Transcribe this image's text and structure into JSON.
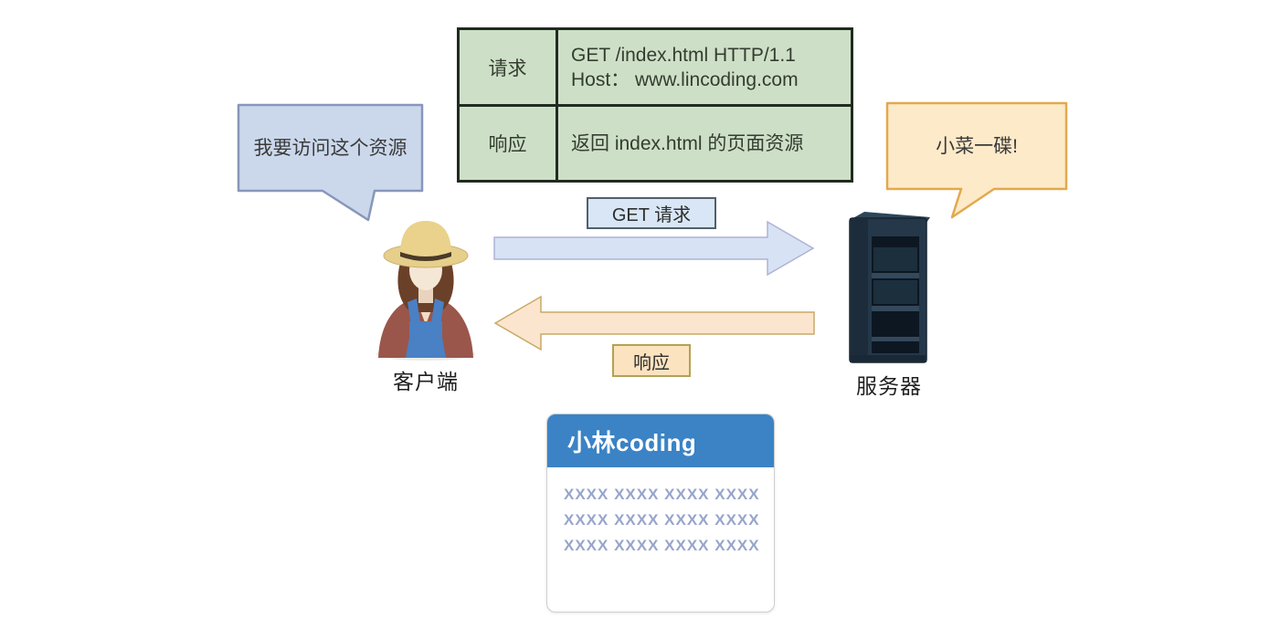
{
  "http_table": {
    "rows": [
      {
        "label": "请求",
        "lines": [
          "GET /index.html HTTP/1.1",
          "Host： www.lincoding.com"
        ]
      },
      {
        "label": "响应",
        "lines": [
          "返回 index.html 的页面资源"
        ]
      }
    ]
  },
  "client": {
    "label": "客户端",
    "bubble_text": "我要访问这个资源",
    "icon": "farmer-person-icon"
  },
  "server": {
    "label": "服务器",
    "bubble_text": "小菜一碟!",
    "icon": "server-rack-icon"
  },
  "arrows": {
    "request": {
      "label": "GET 请求",
      "direction": "right"
    },
    "response": {
      "label": "响应",
      "direction": "left"
    }
  },
  "browser": {
    "title": "小林coding",
    "lines": [
      "XXXX XXXX XXXX XXXX",
      "XXXX XXXX XXXX XXXX",
      "XXXX XXXX XXXX XXXX"
    ]
  },
  "colors": {
    "table_fill": "#cde0c7",
    "table_border": "#212b21",
    "client_bubble_fill": "#cbd8ec",
    "client_bubble_border": "#8796ba",
    "server_bubble_fill": "#fdeac9",
    "server_bubble_border": "#e2a94e",
    "request_arrow_fill": "#d7e2f4",
    "request_label_fill": "#d8e6f5",
    "response_arrow_fill": "#fce5ce",
    "response_label_fill": "#fbe3c0",
    "browser_header": "#3b83c5",
    "placeholder_text": "#96a5ca"
  }
}
